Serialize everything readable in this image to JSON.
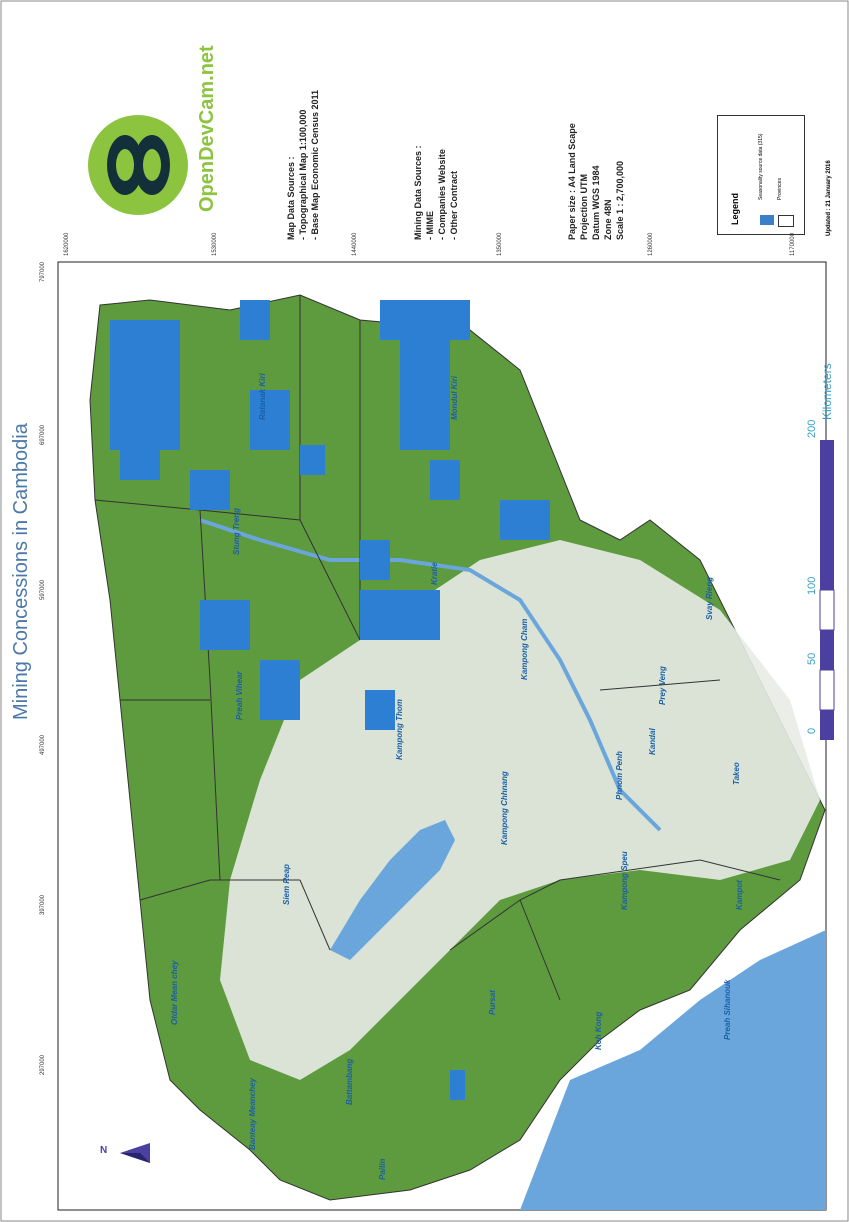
{
  "map": {
    "title": "Mining Concessions in Cambodia",
    "logo_text": "OpenDevCam.net",
    "north_label": "N",
    "sources": {
      "heading": "Map Data Sources :",
      "items": [
        "- Topographical Map 1:100,000",
        "- Base Map Economic Census 2011"
      ]
    },
    "mining_sources": {
      "heading": "Mining Data Sources :",
      "items": [
        "- MIME",
        "- Companies Website",
        "- Other Contract"
      ]
    },
    "specs": [
      "Paper size : A4 Land Scape",
      "Projection UTM",
      "Datum WGS 1984",
      "Zone 48N",
      "Scale 1 : 2,700,000"
    ],
    "legend": {
      "title": "Legend",
      "items": [
        {
          "label": "Seasonality source data (315)",
          "color": "#3b7fc9"
        },
        {
          "label": "Provinces",
          "color": "#ffffff"
        }
      ]
    },
    "updated": "Updated : 21 January 2016",
    "scale": {
      "ticks": [
        "0",
        "50",
        "100",
        "200"
      ],
      "unit": "Kilometers"
    },
    "grid_top": [
      "797000",
      "697000",
      "597000",
      "497000",
      "397000",
      "297000"
    ],
    "grid_left": [
      "1620000",
      "1530000",
      "1440000",
      "1350000",
      "1260000",
      "1170000"
    ],
    "provinces": [
      {
        "name": "Otdar Mean chey"
      },
      {
        "name": "Banteay Meanchey"
      },
      {
        "name": "Siem Reap"
      },
      {
        "name": "Battambang"
      },
      {
        "name": "Pailin"
      },
      {
        "name": "Pursat"
      },
      {
        "name": "Koh Kong"
      },
      {
        "name": "Preah Sihanouk"
      },
      {
        "name": "Kampong Speu"
      },
      {
        "name": "Kampot"
      },
      {
        "name": "Takeo"
      },
      {
        "name": "Kandal"
      },
      {
        "name": "Prey Veng"
      },
      {
        "name": "Svay Rieng"
      },
      {
        "name": "Kampong Cham"
      },
      {
        "name": "Kampong Chhnang"
      },
      {
        "name": "Kampong Thom"
      },
      {
        "name": "Preah Vihear"
      },
      {
        "name": "Stung Treng"
      },
      {
        "name": "Kratie"
      },
      {
        "name": "Ratanak Kiri"
      },
      {
        "name": "Mondul Kiri"
      },
      {
        "name": "Phnom Penh"
      }
    ],
    "colors": {
      "forest": "#5e9a3e",
      "urban": "#e8ebe6",
      "water": "#6aa6dc",
      "concession": "#2d7fd3",
      "scalebar": "#4b3fa0"
    }
  }
}
